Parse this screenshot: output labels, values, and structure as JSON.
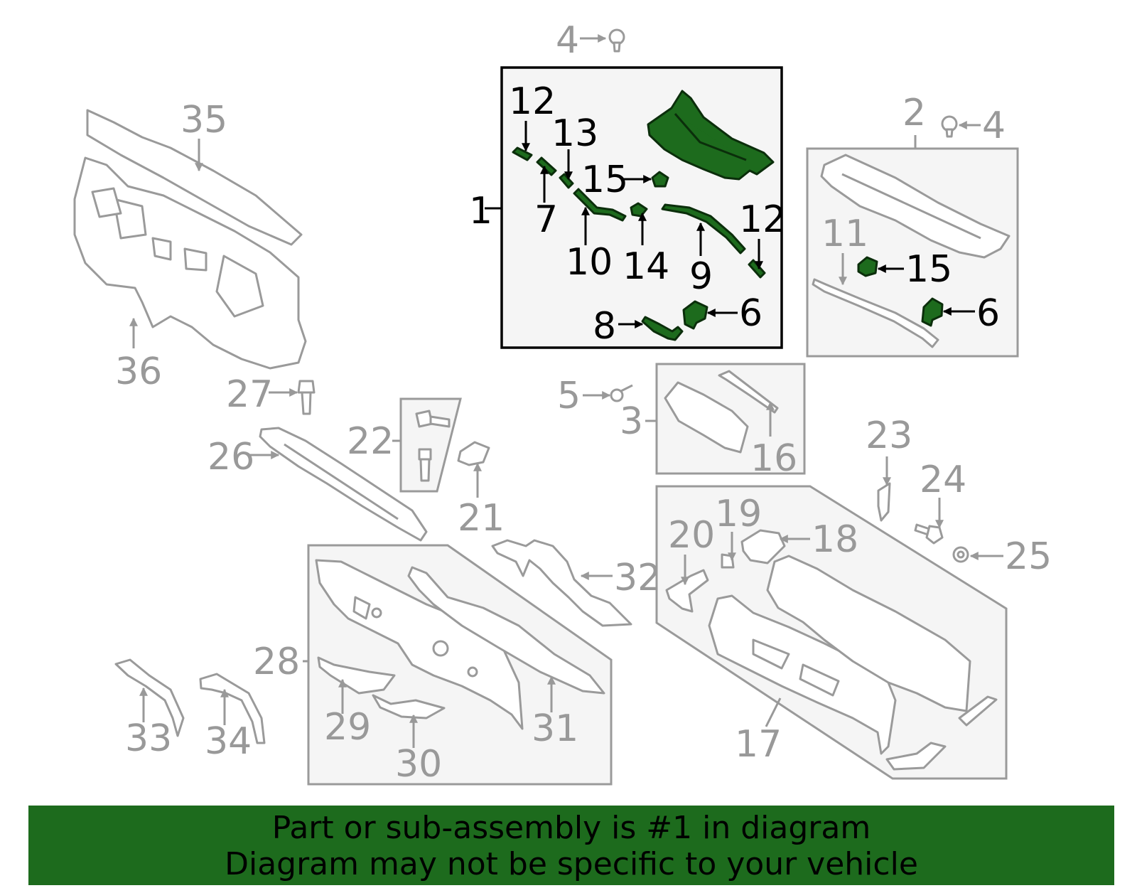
{
  "labels": {
    "l1": "1",
    "l2": "2",
    "l3": "3",
    "l4a": "4",
    "l4b": "4",
    "l5": "5",
    "l6a": "6",
    "l6b": "6",
    "l7": "7",
    "l8": "8",
    "l9": "9",
    "l10": "10",
    "l11": "11",
    "l12a": "12",
    "l12b": "12",
    "l13": "13",
    "l14": "14",
    "l15a": "15",
    "l15b": "15",
    "l16": "16",
    "l17": "17",
    "l18": "18",
    "l19": "19",
    "l20": "20",
    "l21": "21",
    "l22": "22",
    "l23": "23",
    "l24": "24",
    "l25": "25",
    "l26": "26",
    "l27": "27",
    "l28": "28",
    "l29": "29",
    "l30": "30",
    "l31": "31",
    "l32": "32",
    "l33": "33",
    "l34": "34",
    "l35": "35",
    "l36": "36"
  },
  "banner": {
    "line1": "Part or sub-assembly is #1 in diagram",
    "line2": "Diagram may not be specific to your vehicle"
  },
  "colors": {
    "highlight": "#1d6b1d",
    "callout_grey": "#999999",
    "box_fill": "#f5f5f5"
  }
}
